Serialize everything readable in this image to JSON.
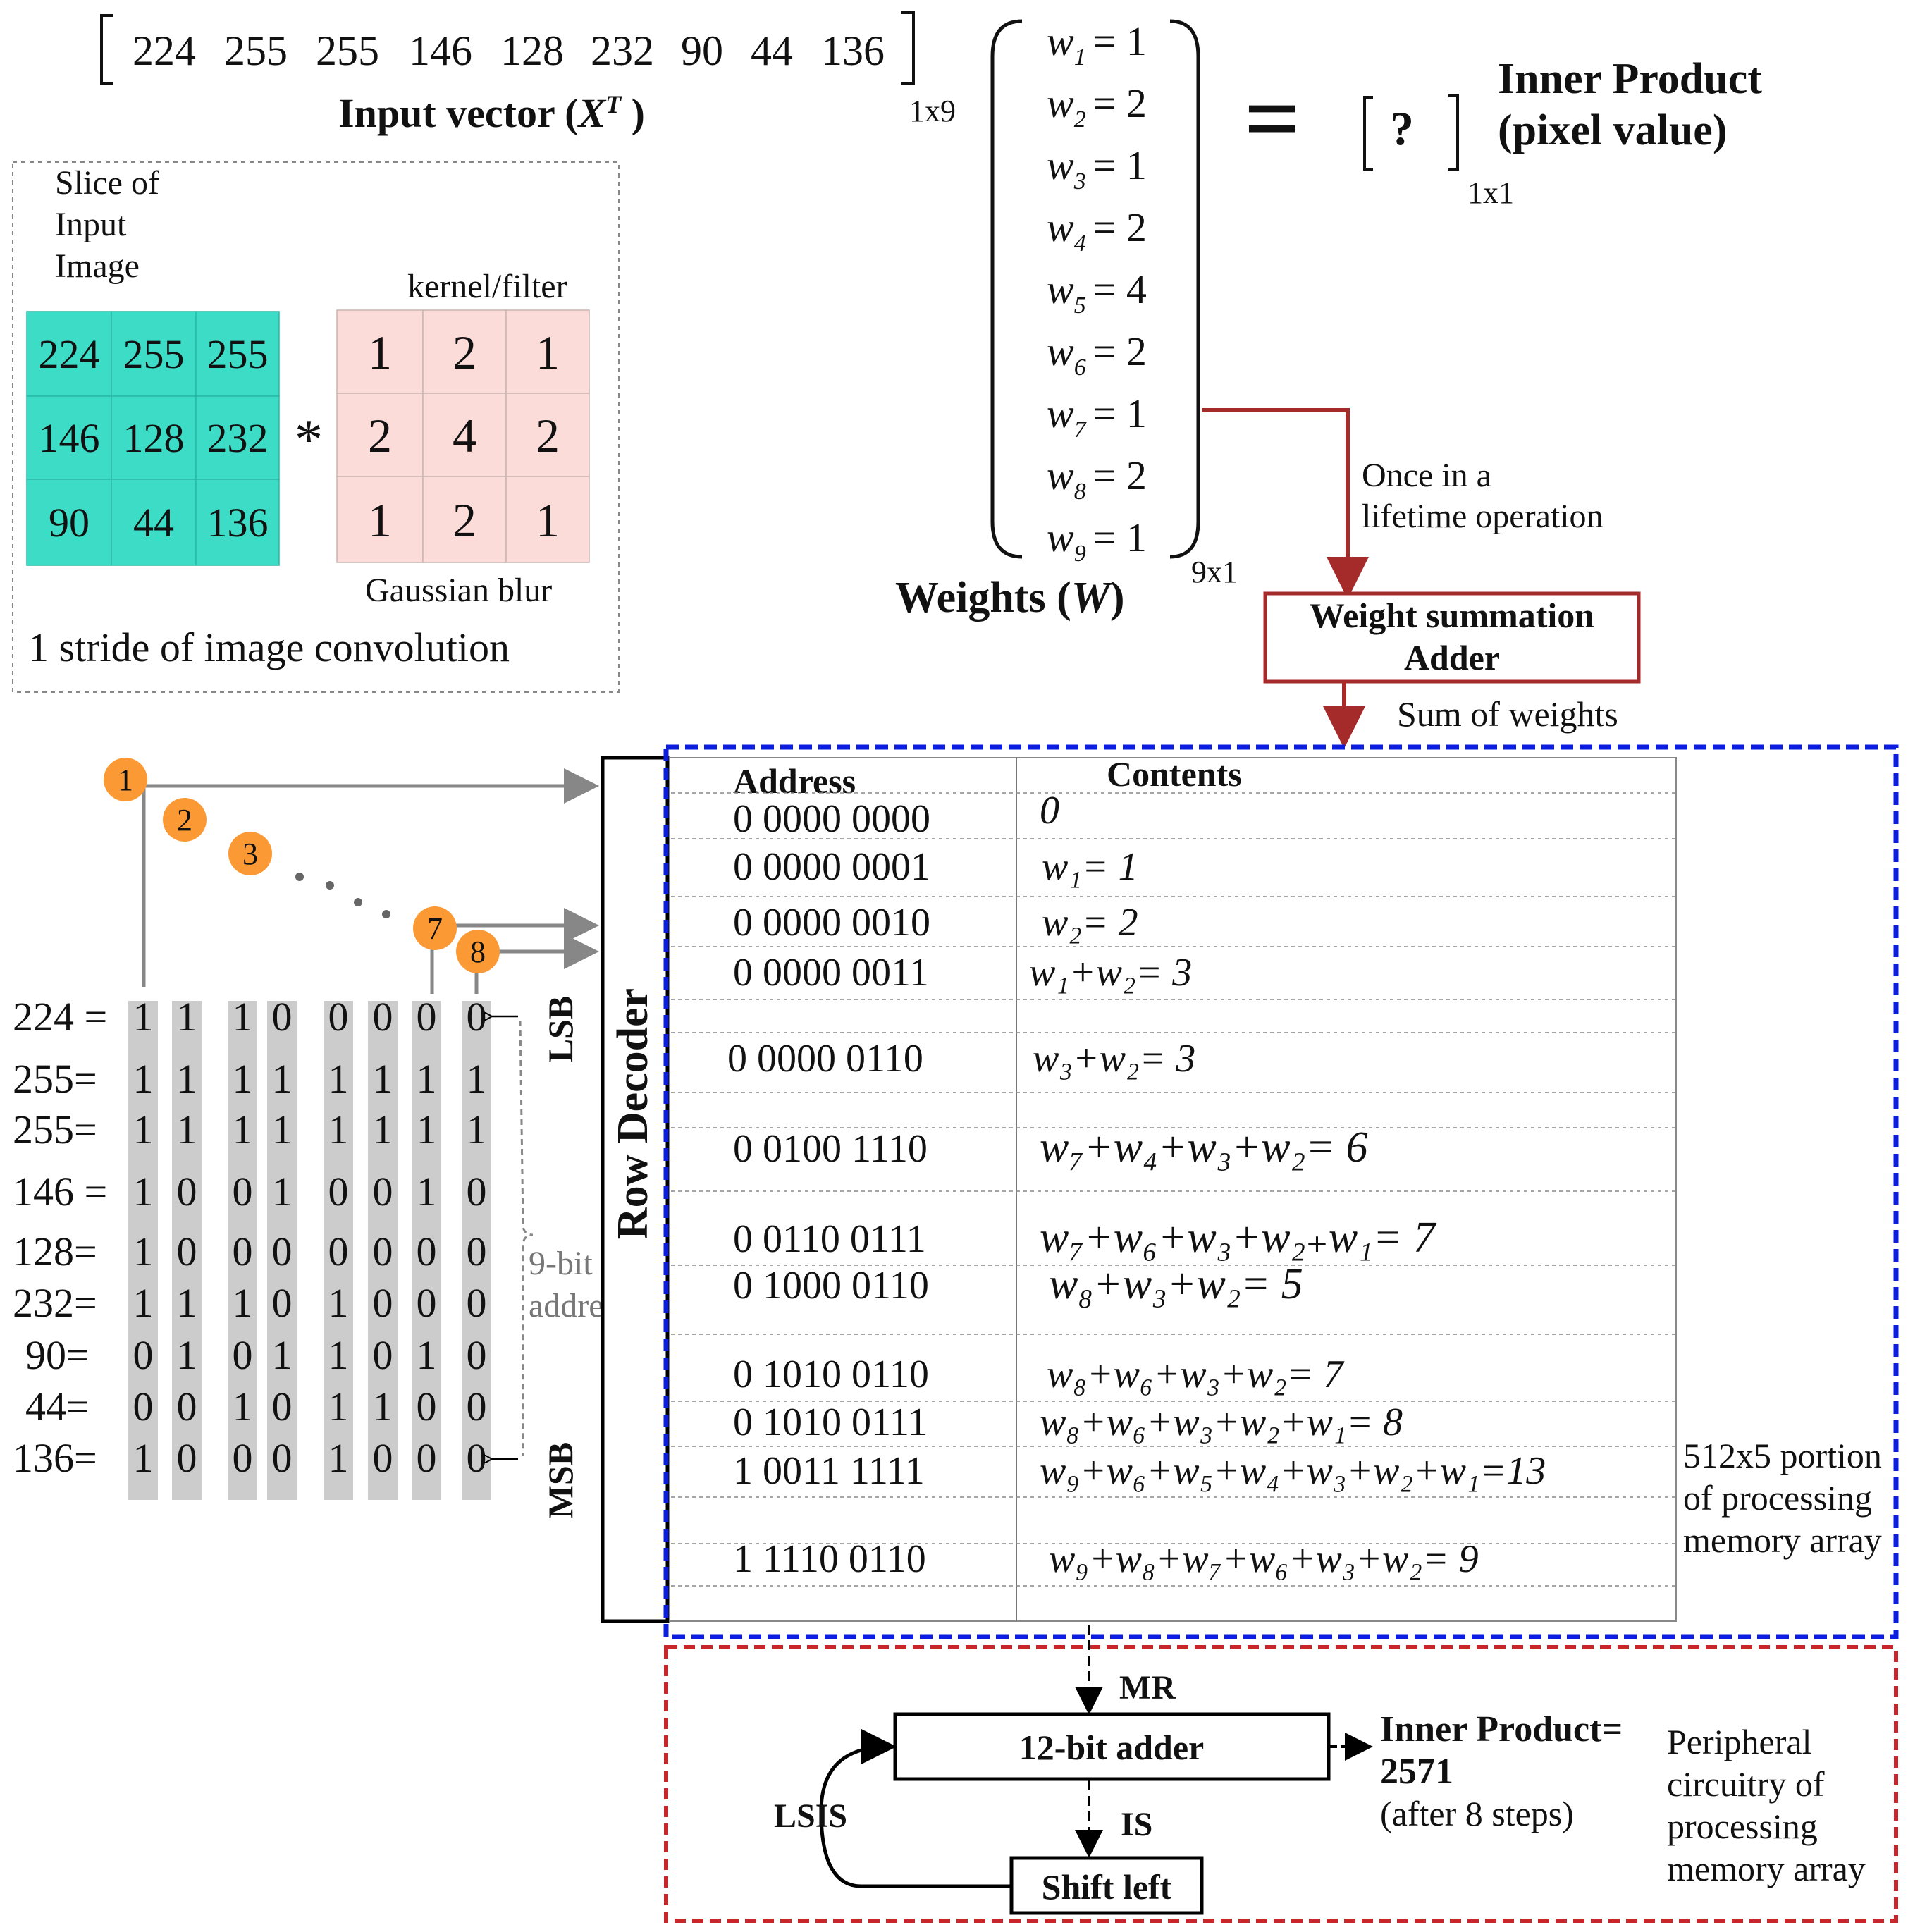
{
  "input_vector": {
    "values": [
      "224",
      "255",
      "255",
      "146",
      "128",
      "232",
      "90",
      "44",
      "136"
    ],
    "label_prefix": "Input vector (",
    "label_var": "X",
    "label_sup": "T",
    "label_suffix": " )",
    "dims": "1x9"
  },
  "weights": {
    "entries": [
      {
        "sym": "w",
        "sub": "1",
        "eq": "= 1"
      },
      {
        "sym": "w",
        "sub": "2",
        "eq": "= 2"
      },
      {
        "sym": "w",
        "sub": "3",
        "eq": "=  1"
      },
      {
        "sym": "w",
        "sub": "4",
        "eq": "=  2"
      },
      {
        "sym": "w",
        "sub": "5",
        "eq": "= 4"
      },
      {
        "sym": "w",
        "sub": "6",
        "eq": "= 2"
      },
      {
        "sym": "w",
        "sub": "7",
        "eq": "= 1"
      },
      {
        "sym": "w",
        "sub": "8",
        "eq": "= 2"
      },
      {
        "sym": "w",
        "sub": "9",
        "eq": "= 1"
      }
    ],
    "label_prefix": "Weights (",
    "label_var": "W",
    "label_suffix": ")",
    "dims": "9x1"
  },
  "equals_sign": "=",
  "result": {
    "value": "?",
    "dims": "1x1",
    "label_line1": "Inner Product",
    "label_line2": "(pixel value)"
  },
  "convolution": {
    "slice_label": [
      "Slice of",
      "Input",
      "Image"
    ],
    "image_grid": [
      [
        "224",
        "255",
        "255"
      ],
      [
        "146",
        "128",
        "232"
      ],
      [
        "90",
        "44",
        "136"
      ]
    ],
    "operator": "*",
    "kernel_label": "kernel/filter",
    "kernel_grid": [
      [
        "1",
        "2",
        "1"
      ],
      [
        "2",
        "4",
        "2"
      ],
      [
        "1",
        "2",
        "1"
      ]
    ],
    "kernel_name": "Gaussian blur",
    "caption": "1 stride of image convolution"
  },
  "flow": {
    "once_line1": "Once in a",
    "once_line2": "lifetime operation",
    "adder_line1": "Weight summation",
    "adder_line2": "Adder",
    "sum_label": "Sum of weights"
  },
  "steps": {
    "badges": [
      "1",
      "2",
      "3",
      "7",
      "8"
    ],
    "ellipsis": "• • • •"
  },
  "bit_matrix": {
    "rows": [
      {
        "label": "224 =",
        "bits": [
          "1",
          "1",
          "1",
          "0",
          "0",
          "0",
          "0",
          "0"
        ]
      },
      {
        "label": "255=",
        "bits": [
          "1",
          "1",
          "1",
          "1",
          "1",
          "1",
          "1",
          "1"
        ]
      },
      {
        "label": "255=",
        "bits": [
          "1",
          "1",
          "1",
          "1",
          "1",
          "1",
          "1",
          "1"
        ]
      },
      {
        "label": "146 =",
        "bits": [
          "1",
          "0",
          "0",
          "1",
          "0",
          "0",
          "1",
          "0"
        ]
      },
      {
        "label": "128=",
        "bits": [
          "1",
          "0",
          "0",
          "0",
          "0",
          "0",
          "0",
          "0"
        ]
      },
      {
        "label": "232=",
        "bits": [
          "1",
          "1",
          "1",
          "0",
          "1",
          "0",
          "0",
          "0"
        ]
      },
      {
        "label": "90=",
        "bits": [
          "0",
          "1",
          "0",
          "1",
          "1",
          "0",
          "1",
          "0"
        ]
      },
      {
        "label": "44=",
        "bits": [
          "0",
          "0",
          "1",
          "0",
          "1",
          "1",
          "0",
          "0"
        ]
      },
      {
        "label": "136=",
        "bits": [
          "1",
          "0",
          "0",
          "0",
          "1",
          "0",
          "0",
          "0"
        ]
      }
    ],
    "lsb": "LSB",
    "msb": "MSB",
    "address_line1": "9-bit",
    "address_line2": "address"
  },
  "row_decoder": "Row Decoder",
  "memory": {
    "header_address": "Address",
    "header_contents": "Contents",
    "rows": [
      {
        "address": "0 0000 0000",
        "content": "0"
      },
      {
        "address": "0 0000 0001",
        "content": "w₁= 1"
      },
      {
        "address": "0 0000 0010",
        "content": "w₂= 2"
      },
      {
        "address": "0 0000 0011",
        "content": "w₁+w₂= 3"
      },
      {
        "address": "0 0000 0110",
        "content": "w₃+w₂= 3"
      },
      {
        "address": "0 0100 1110",
        "content": "w₇+w₄+w₃+w₂= 6"
      },
      {
        "address": "0 0110 0111",
        "content": "w₇+w₆+w₃+w₂₊w₁= 7"
      },
      {
        "address": "0 1000 0110",
        "content": "w₈+w₃+w₂= 5"
      },
      {
        "address": "0 1010 0110",
        "content": "w₈+w₆+w₃+w₂= 7"
      },
      {
        "address": "0 1010 0111",
        "content": "w₈+w₆+w₃+w₂+w₁= 8"
      },
      {
        "address": "1 0011 1111",
        "content": "w₉+w₆+w₅+w₄+w₃+w₂+w₁=13"
      },
      {
        "address": "1 1110 0110",
        "content": "w₉+w₈+w₇+w₆+w₃+w₂= 9"
      }
    ],
    "portion_label": [
      "512x5 portion",
      "of processing",
      "memory array"
    ]
  },
  "peripheral": {
    "mr": "MR",
    "adder": "12-bit adder",
    "is": "IS",
    "shift": "Shift left",
    "lsis": "LSIS",
    "result_line1": "Inner Product=",
    "result_line2": "2571",
    "result_line3": "(after 8 steps)",
    "label": [
      "Peripheral",
      "circuitry of",
      "processing",
      "memory array"
    ]
  },
  "colors": {
    "teal": "#3ddcc6",
    "pink": "#fbdcd9",
    "orange": "#fb9935",
    "dark_red": "#a52a2a",
    "blue": "#0b1ee0",
    "red_dashed": "#c8262b",
    "gray": "#878787",
    "bit_bar": "#cccccc"
  }
}
